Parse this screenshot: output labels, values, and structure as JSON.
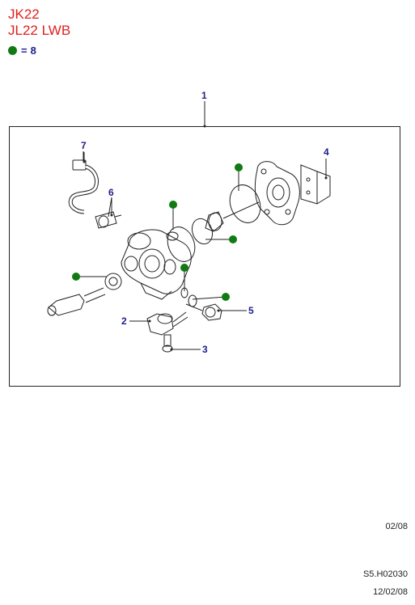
{
  "header": {
    "model_line1": "JK22",
    "model_line2": "JL22 LWB"
  },
  "legend": {
    "symbol": "green-dot",
    "equals": "=",
    "value": "8",
    "dot_color": "#117a12"
  },
  "callouts": {
    "c1": "1",
    "c2": "2",
    "c3": "3",
    "c4": "4",
    "c5": "5",
    "c6": "6",
    "c7": "7"
  },
  "footer": {
    "date_code": "02/08",
    "diagram_ref": "S5.H02030",
    "issue_date": "12/02/08"
  },
  "colors": {
    "model_text": "#e0201b",
    "callout_text": "#1e1e8c",
    "line_art": "#222222"
  }
}
